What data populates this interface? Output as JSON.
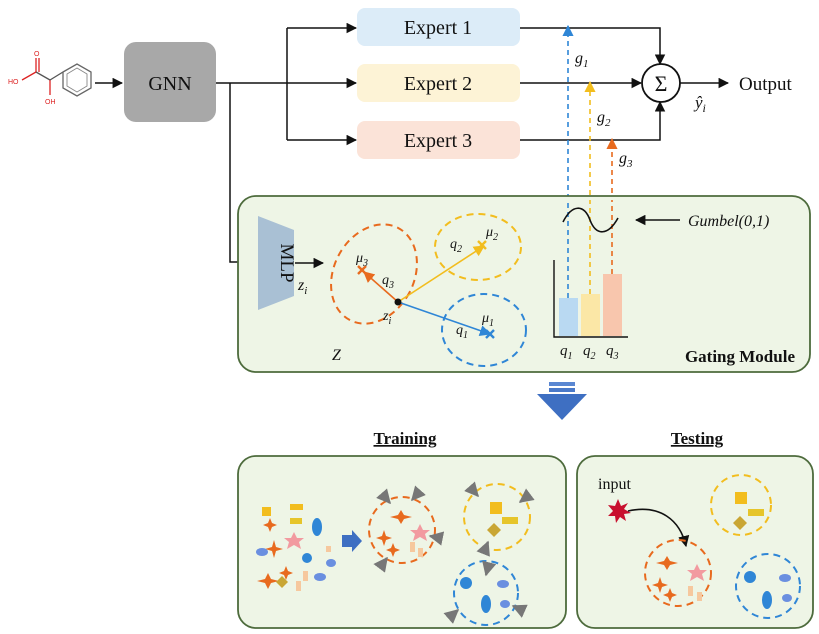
{
  "nodes": {
    "gnn": "GNN",
    "expert1": "Expert 1",
    "expert2": "Expert 2",
    "expert3": "Expert 3",
    "sum": "Σ",
    "output": "Output",
    "y_hat": "ŷ",
    "y_sub": "i",
    "mlp": "MLP"
  },
  "molecule": {
    "ho": "HO",
    "o": "O",
    "oh": "OH"
  },
  "gates": {
    "g": "g",
    "g1_sub": "1",
    "g2_sub": "2",
    "g3_sub": "3",
    "gumbel": "Gumbel(0,1)"
  },
  "gating": {
    "title": "Gating Module",
    "z": "z",
    "zi_sub": "i",
    "space": "Z",
    "mu": "μ",
    "q": "q",
    "s1": "1",
    "s2": "2",
    "s3": "3",
    "bar_labels": {
      "q": "q",
      "s1": "1",
      "s2": "2",
      "s3": "3"
    }
  },
  "bottom": {
    "training": "Training",
    "testing": "Testing",
    "input": "input"
  },
  "colors": {
    "expert1": "#dcecf8",
    "expert2": "#fdf3d6",
    "expert3": "#fbe3d8",
    "gating_bg": "#eef5e6",
    "gating_border": "#4d6b3c",
    "blue": "#2f86d6",
    "yellow": "#f2bd1e",
    "orange": "#e86a1e",
    "big_arrow": "#3e6fc2"
  }
}
